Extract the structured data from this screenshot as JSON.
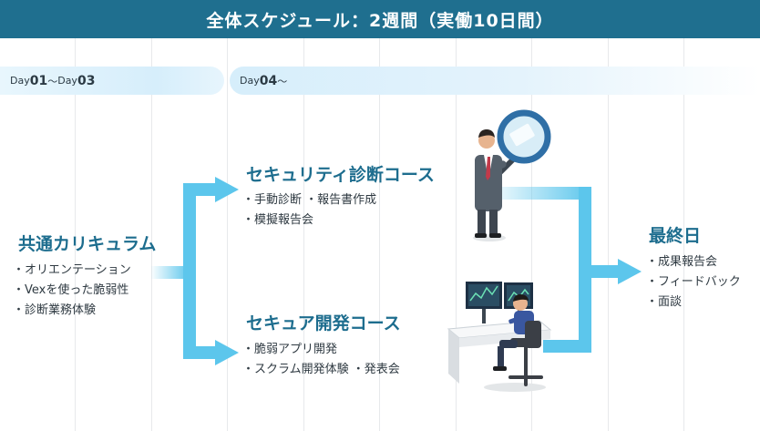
{
  "header": {
    "title": "全体スケジュール：2週間（実働10日間）"
  },
  "timeline": [
    {
      "prefix1": "Day ",
      "num1": "01",
      "sep": "〜",
      "prefix2": "Day ",
      "num2": "03"
    },
    {
      "prefix1": "Day ",
      "num1": "04",
      "sep": "〜"
    }
  ],
  "phases": {
    "common": {
      "title": "共通カリキュラム",
      "items": [
        "オリエンテーション",
        "Vexを使った脆弱性",
        "診断業務体験"
      ]
    },
    "security": {
      "title": "セキュリティ診断コース",
      "items": [
        "手動診断 ・報告書作成",
        "模擬報告会"
      ]
    },
    "dev": {
      "title": "セキュア開発コース",
      "items": [
        "脆弱アプリ開発",
        "スクラム開発体験 ・発表会"
      ]
    },
    "final": {
      "title": "最終日",
      "items": [
        "成果報告会",
        "フィードバック",
        "面談"
      ]
    }
  },
  "colors": {
    "header_bg": "#1f6f8f",
    "accent": "#1d6d8e",
    "arrow": "#5cc6ec",
    "band": "#d6eefb"
  },
  "illustrations": [
    "magnifier-businessman-icon",
    "developer-at-desk-icon"
  ]
}
